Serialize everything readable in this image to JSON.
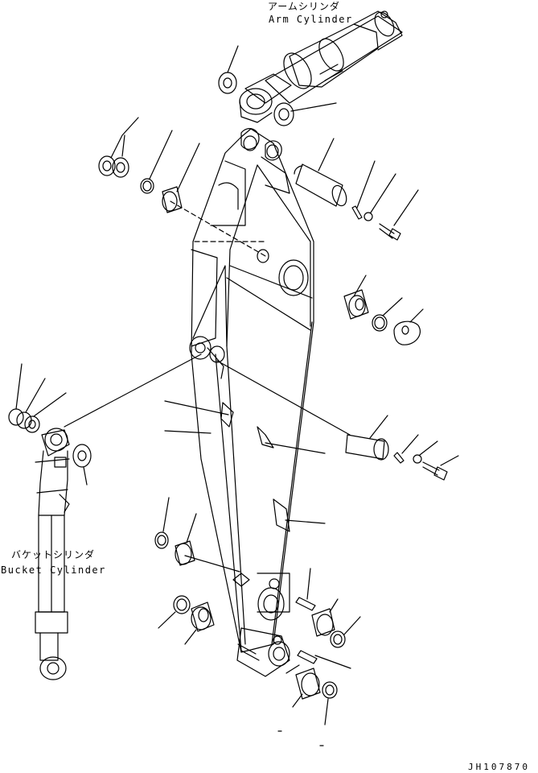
{
  "labels": {
    "arm_cylinder_jp": "アームシリンダ",
    "arm_cylinder_en": "Arm Cylinder",
    "bucket_cylinder_jp": "バケットシリンダ",
    "bucket_cylinder_en": "Bucket Cylinder",
    "drawing_code": "JH107870"
  },
  "colors": {
    "line": "#000000",
    "background": "#ffffff"
  }
}
